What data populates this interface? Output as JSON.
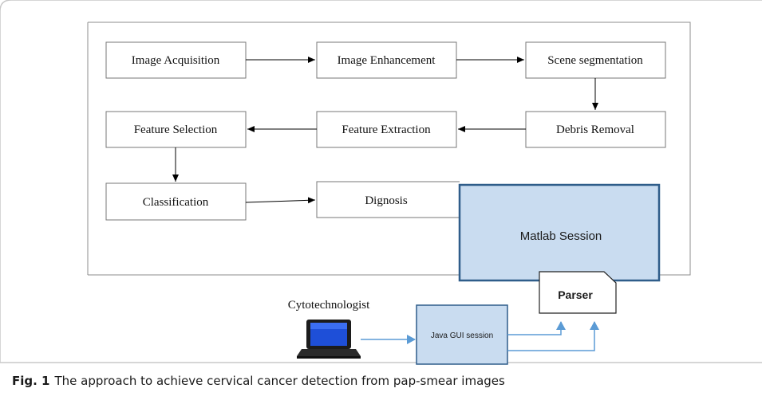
{
  "flow": {
    "image_acquisition": "Image Acquisition",
    "image_enhancement": "Image Enhancement",
    "scene_segmentation": "Scene segmentation",
    "feature_selection": "Feature Selection",
    "feature_extraction": "Feature Extraction",
    "debris_removal": "Debris Removal",
    "classification": "Classification",
    "diagnosis": "Dignosis"
  },
  "system": {
    "matlab_session": "Matlab Session",
    "parser": "Parser",
    "java_gui_session": "Java GUI session",
    "cytotechnologist": "Cytotechnologist"
  },
  "caption": {
    "label": "Fig. 1",
    "text": "The approach to achieve cervical cancer detection from pap-smear images"
  },
  "colors": {
    "panel_fill": "#c9dcf0",
    "panel_border": "#2f5d8a",
    "arrow_blue": "#5b9bd5"
  }
}
